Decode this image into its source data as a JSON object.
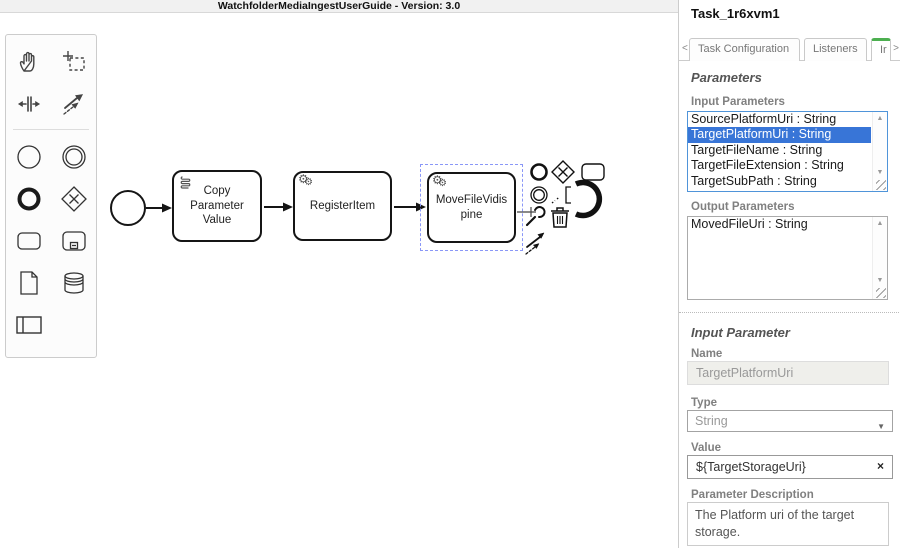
{
  "titlebar": {
    "title": "WatchfolderMediaIngestUserGuide - Version: 3.0"
  },
  "icons": {
    "up_arrow": "▲",
    "down_arrow": "▼",
    "select_caret": "▼",
    "clear": "×",
    "tab_prev": "<",
    "tab_next": ">",
    "gear": "⚙"
  },
  "colors": {
    "selection_blue": "#3875d7",
    "focus_border": "#4f94d9",
    "active_tab_green": "#4caf50",
    "bpmn_stroke": "#151515",
    "selection_dash": "#8a97f7"
  },
  "palette": {
    "tools": [
      "hand-tool",
      "lasso-tool",
      "space-tool",
      "global-connect-tool",
      "create-start-event",
      "create-intermediate-event",
      "create-end-event",
      "create-gateway",
      "create-task",
      "create-subprocess",
      "create-data-object",
      "create-data-store",
      "create-participant"
    ]
  },
  "canvas": {
    "tasks": [
      {
        "label": "Copy Parameter Value",
        "type": "script-task"
      },
      {
        "label": "RegisterItem",
        "type": "service-task"
      },
      {
        "label": "MoveFileVidispine",
        "type": "service-task",
        "selected": true
      }
    ]
  },
  "panel": {
    "title": "Task_1r6xvm1",
    "tabs": [
      {
        "label": "Task Configuration",
        "active": false
      },
      {
        "label": "Listeners",
        "active": false
      },
      {
        "label": "Ir",
        "active": true,
        "truncated": true
      }
    ],
    "parameters": {
      "heading": "Parameters",
      "input_parameters": {
        "label": "Input Parameters",
        "items": [
          "SourcePlatformUri : String",
          "TargetPlatformUri : String",
          "TargetFileName : String",
          "TargetFileExtension : String",
          "TargetSubPath : String"
        ],
        "selected_index": 1
      },
      "output_parameters": {
        "label": "Output Parameters",
        "items": [
          "MovedFileUri : String"
        ]
      }
    },
    "input_parameter": {
      "heading": "Input Parameter",
      "name": {
        "label": "Name",
        "value": "TargetPlatformUri",
        "disabled": true
      },
      "type": {
        "label": "Type",
        "value": "String"
      },
      "value": {
        "label": "Value",
        "value": "${TargetStorageUri}"
      },
      "description": {
        "label": "Parameter Description",
        "value": "The Platform uri of the target storage."
      }
    }
  }
}
